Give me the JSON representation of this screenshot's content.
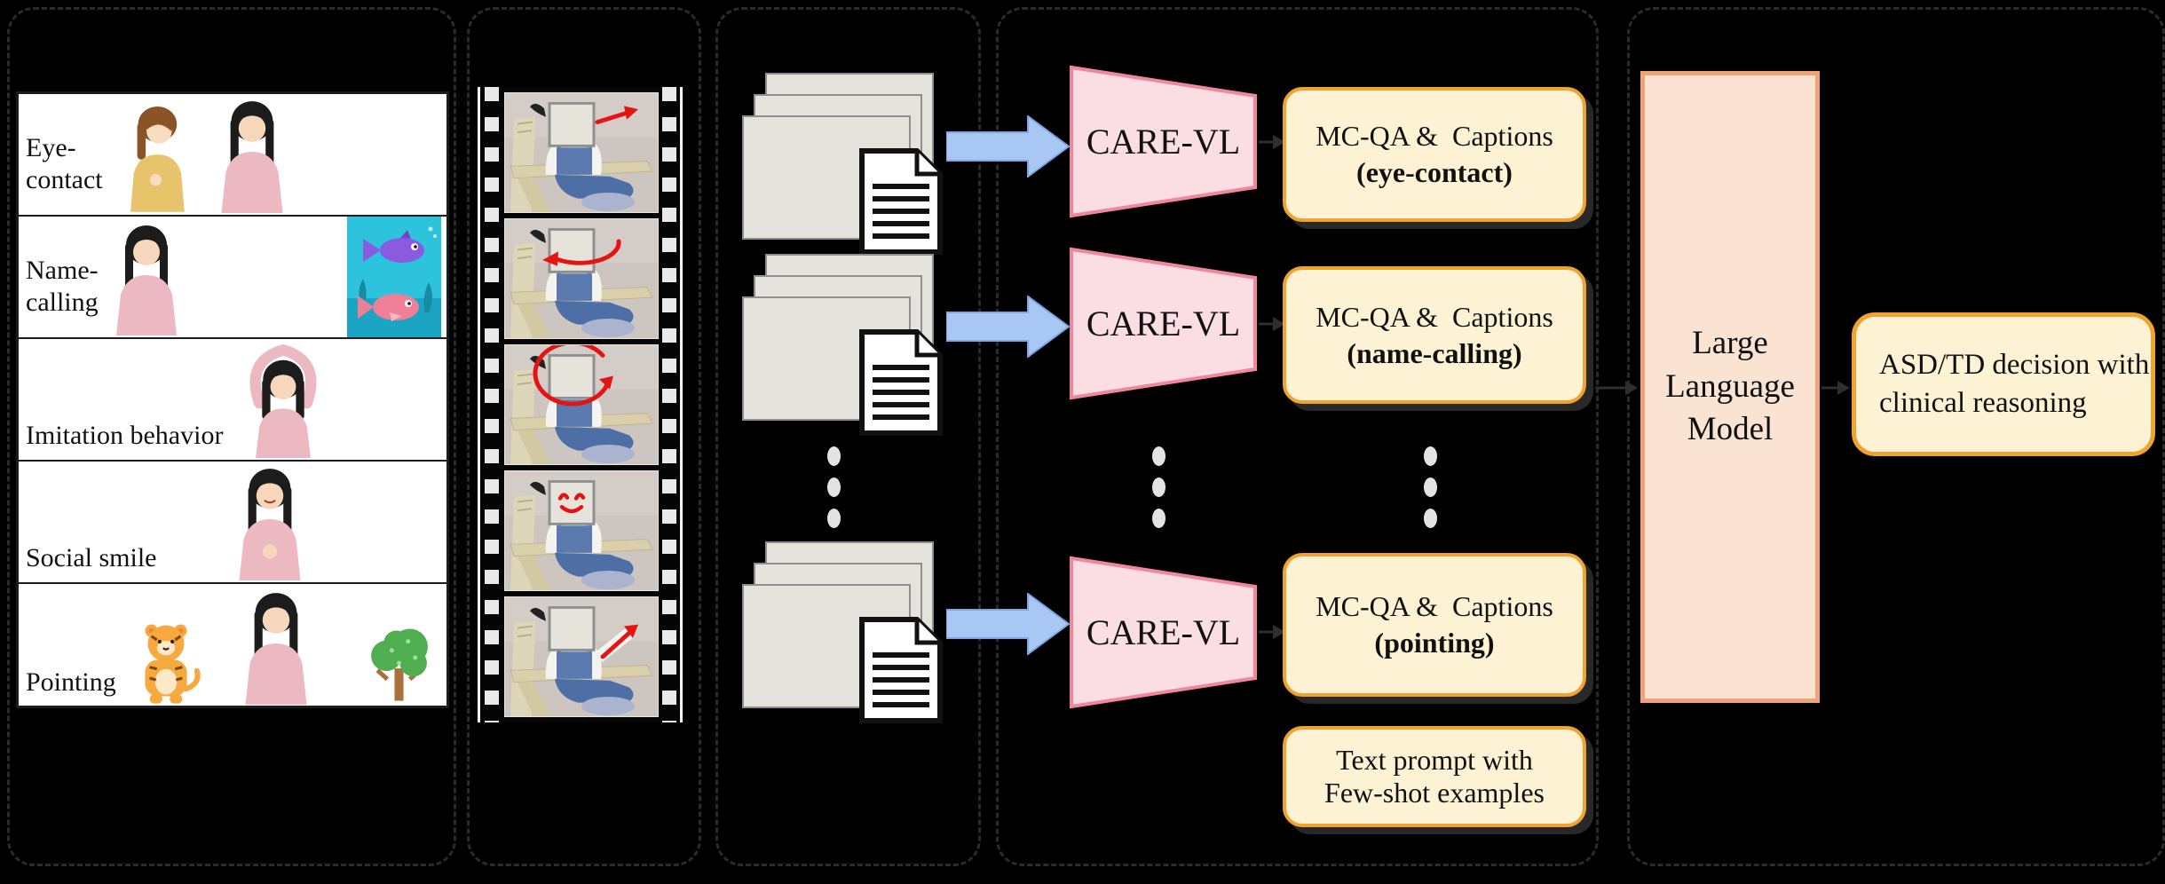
{
  "figure": {
    "stimuli": {
      "rows": [
        {
          "label": "Eye-\ncontact"
        },
        {
          "label": "Name-\ncalling"
        },
        {
          "label": "Imitation behavior"
        },
        {
          "label": "Social smile"
        },
        {
          "label": "Pointing"
        }
      ]
    },
    "carevl_label": "CARE-VL",
    "outputs": [
      {
        "line1": "MC-QA &  Captions",
        "line2": "(eye-contact)"
      },
      {
        "line1": "MC-QA &  Captions",
        "line2": "(name-calling)"
      },
      {
        "line1": "MC-QA &  Captions",
        "line2": "(pointing)"
      }
    ],
    "prompt_box": {
      "label": "Text prompt with\nFew-shot examples"
    },
    "llm_box": {
      "label": "Large\nLanguage\nModel"
    },
    "decision_box": {
      "label": "ASD/TD decision with\nclinical reasoning"
    },
    "icons": {
      "film_strip": "film-strip",
      "document": "document-icon",
      "flow_arrow": "right-arrow",
      "ellipsis": "vertical-ellipsis",
      "gaze_annotation": "red-arrow"
    },
    "colors": {
      "background": "#000000",
      "panel_border": "#2b2b2b",
      "box_fill": "#fdf3d4",
      "box_border": "#f0a32e",
      "trapezoid_fill": "#fbdee4",
      "trapezoid_border": "#f1879c",
      "llm_fill": "#fae3d2",
      "llm_border": "#f0a476",
      "blue_arrow": "#a9c7f3",
      "annotation_red": "#e51414"
    }
  }
}
